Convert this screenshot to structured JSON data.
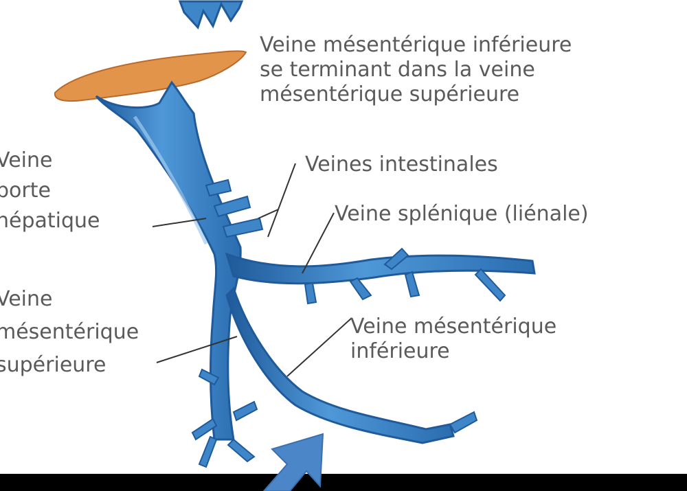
{
  "labels": {
    "veine_mes_inf_term": {
      "lines": [
        "Veine mésentérique inférieure",
        "se terminant dans la veine",
        "mésentérique supérieure"
      ]
    },
    "veines_intestinales": {
      "text": "Veines intestinales"
    },
    "veine_splenique": {
      "text": "Veine splénique (liénale)"
    },
    "veine_mes_inf": {
      "lines": [
        "Veine mésentérique",
        "inférieure"
      ]
    },
    "veine_porte": {
      "lines": [
        "Veine",
        "porte",
        "hépatique"
      ]
    },
    "veine_mes_sup": {
      "lines": [
        "Veine",
        "mésentérique",
        "supérieure"
      ]
    }
  },
  "colors": {
    "vein": "#3f86c9",
    "vein_dark": "#1f5a9a",
    "vein_light": "#7fb6e4",
    "pancreas": "#e2954a",
    "arrow": "#4a86c8",
    "label_text": "#5a5a5a",
    "background": "#ffffff",
    "frame": "#000000"
  }
}
